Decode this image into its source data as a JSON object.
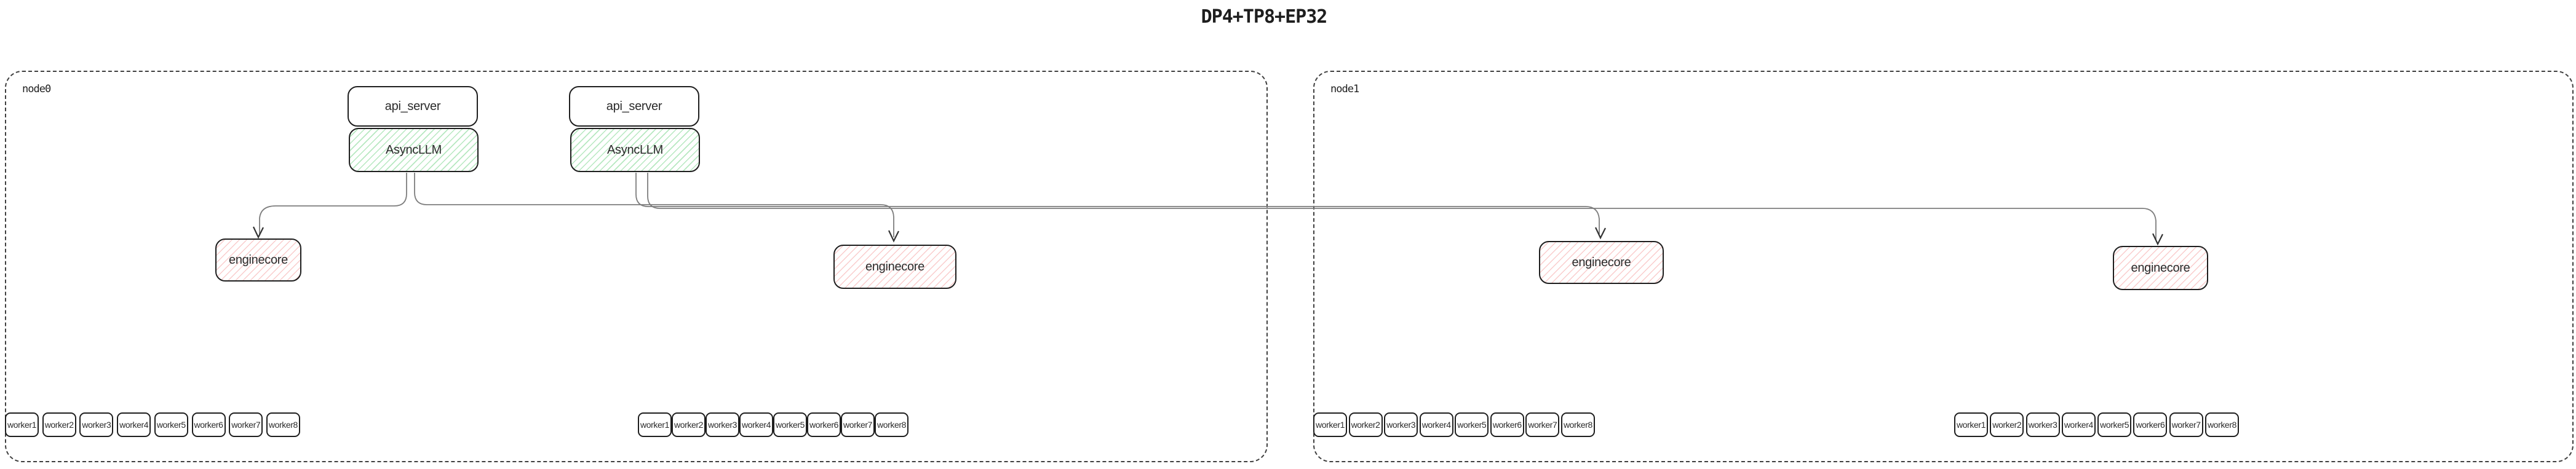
{
  "title": "DP4+TP8+EP32",
  "colors": {
    "box_border": "#1e1e1e",
    "node_border": "#3f3f3f",
    "wire": "#7d7d7d",
    "arrowhead": "#323232",
    "asyncllm_hatch_green": "#7bd58c",
    "enginecore_hatch_red": "#f49a9a",
    "background": "#ffffff"
  },
  "nodes": [
    {
      "label": "node0",
      "stacks": [
        {
          "api_server": "api_server",
          "asyncllm": "AsyncLLM"
        },
        {
          "api_server": "api_server",
          "asyncllm": "AsyncLLM"
        }
      ],
      "enginecores": [
        {
          "label": "enginecore"
        },
        {
          "label": "enginecore"
        }
      ],
      "worker_groups": [
        {
          "workers": [
            "worker1",
            "worker2",
            "worker3",
            "worker4",
            "worker5",
            "worker6",
            "worker7",
            "worker8"
          ]
        },
        {
          "workers": [
            "worker1",
            "worker2",
            "worker3",
            "worker4",
            "worker5",
            "worker6",
            "worker7",
            "worker8"
          ]
        }
      ]
    },
    {
      "label": "node1",
      "enginecores": [
        {
          "label": "enginecore"
        },
        {
          "label": "enginecore"
        }
      ],
      "worker_groups": [
        {
          "workers": [
            "worker1",
            "worker2",
            "worker3",
            "worker4",
            "worker5",
            "worker6",
            "worker7",
            "worker8"
          ]
        },
        {
          "workers": [
            "worker1",
            "worker2",
            "worker3",
            "worker4",
            "worker5",
            "worker6",
            "worker7",
            "worker8"
          ]
        }
      ]
    }
  ]
}
